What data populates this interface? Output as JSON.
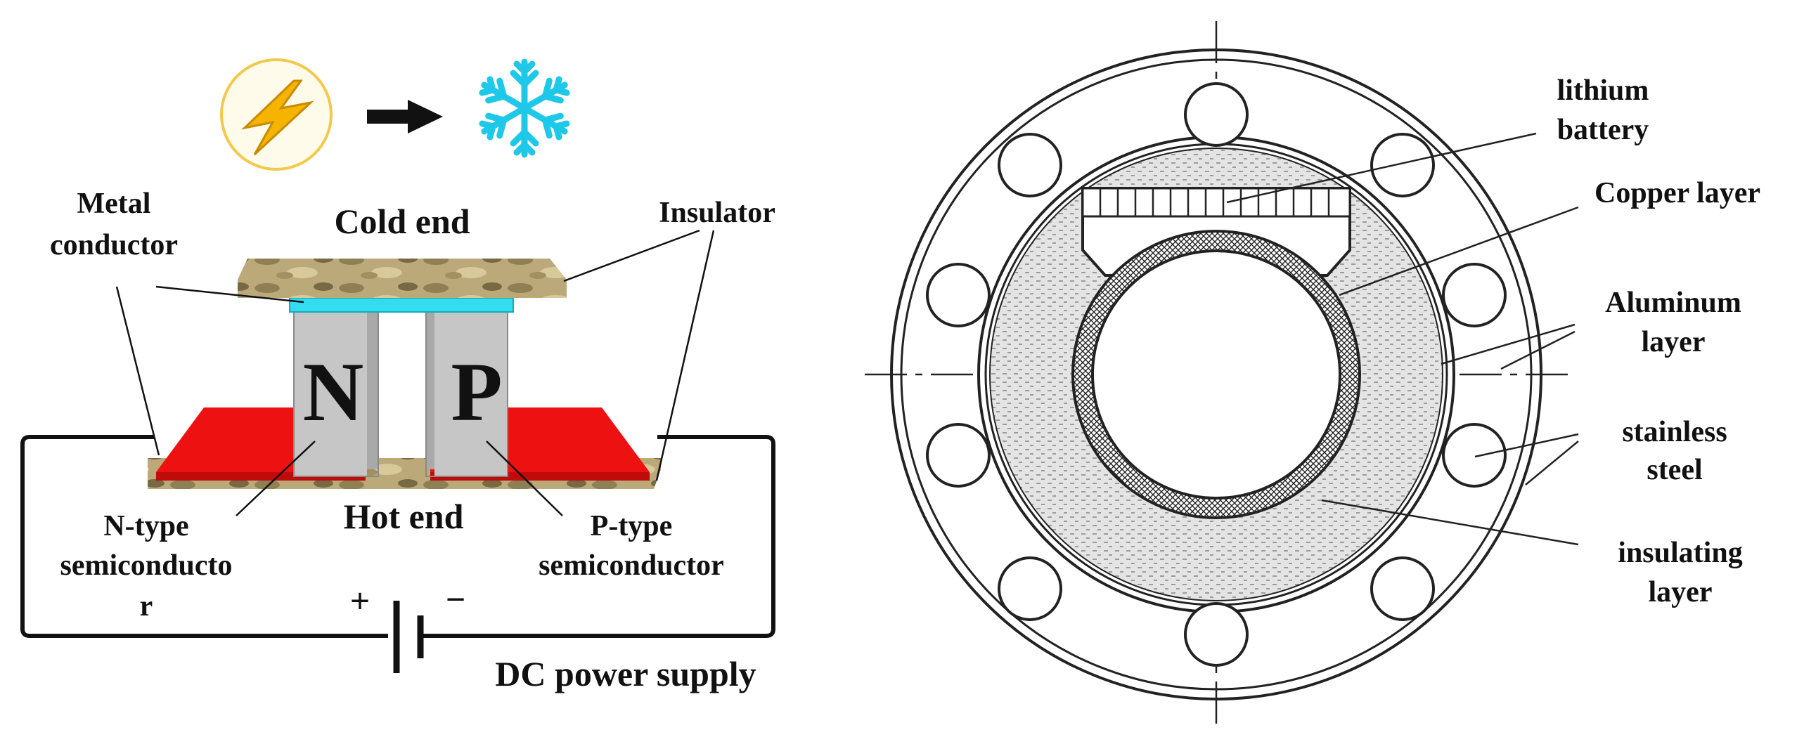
{
  "left_panel": {
    "icons": [
      "lightning-bolt-icon",
      "right-arrow-icon",
      "snowflake-icon"
    ],
    "cold_end": "Cold end",
    "hot_end": "Hot end",
    "metal_conductor": [
      "Metal",
      "conductor"
    ],
    "insulator": "Insulator",
    "n_letter": "N",
    "p_letter": "P",
    "n_type": [
      "N-type",
      "semiconducto",
      "r"
    ],
    "p_type": [
      "P-type",
      "semiconductor"
    ],
    "plus": "+",
    "minus": "−",
    "dc_supply": "DC power supply"
  },
  "right_panel": {
    "lithium_battery": [
      "lithium",
      "battery"
    ],
    "copper_layer": "Copper layer",
    "aluminum_layer": [
      "Aluminum",
      "layer"
    ],
    "stainless_steel": [
      "stainless",
      "steel"
    ],
    "insulating_layer": [
      "insulating",
      "layer"
    ]
  },
  "colors": {
    "red_plate": "#ee1111",
    "cyan_conductor": "#33ddee",
    "semiconductor_gray": "#c8c8c8",
    "insulator_tan": "#b9a878",
    "bolt_yellow": "#f5b400",
    "snowflake": "#1ec8e8"
  }
}
